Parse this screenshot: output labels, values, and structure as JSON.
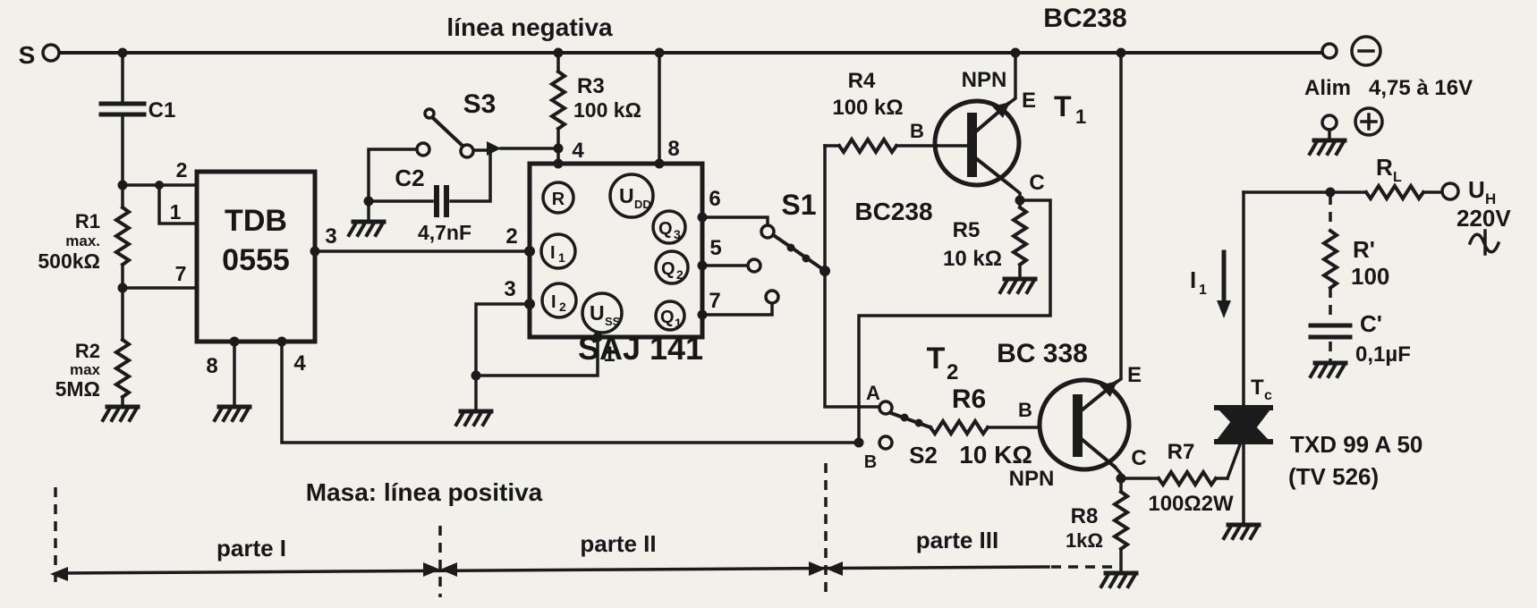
{
  "schematic": {
    "title_top": "línea negativa",
    "title_top_right": "BC238",
    "input": {
      "label": "S"
    },
    "bottom_note": "Masa: línea positiva",
    "parts": [
      "parte I",
      "parte II",
      "parte III"
    ],
    "supply": {
      "label": "Alim",
      "range": "4,75 à 16V"
    },
    "c1": {
      "name": "C1"
    },
    "r1": {
      "name": "R1",
      "qualifier": "max.",
      "value": "500kΩ"
    },
    "r2": {
      "name": "R2",
      "qualifier": "max",
      "value": "5MΩ"
    },
    "ic1": {
      "line1": "TDB",
      "line2": "0555",
      "pin1": "1",
      "pin2": "2",
      "pin3": "3",
      "pin4": "4",
      "pin7": "7",
      "pin8": "8"
    },
    "r3": {
      "name": "R3",
      "value": "100 kΩ"
    },
    "s3": {
      "name": "S3"
    },
    "c2": {
      "name": "C2",
      "value": "4,7nF"
    },
    "ic2": {
      "name": "SAJ 141",
      "pin1": "1",
      "pin2": "2",
      "pin3": "3",
      "pin4": "4",
      "pin5": "5",
      "pin6": "6",
      "pin7": "7",
      "pin8": "8",
      "cell_r": "R",
      "cell_udd": {
        "main": "U",
        "sub": "DD"
      },
      "cell_uss": {
        "main": "U",
        "sub": "SS"
      },
      "cell_i1": {
        "main": "I",
        "sub": "1"
      },
      "cell_i2": {
        "main": "I",
        "sub": "2"
      },
      "cell_q1": {
        "main": "Q",
        "sub": "1"
      },
      "cell_q2": {
        "main": "Q",
        "sub": "2"
      },
      "cell_q3": {
        "main": "Q",
        "sub": "3"
      }
    },
    "s1": {
      "name": "S1"
    },
    "r4": {
      "name": "R4",
      "value": "100 kΩ"
    },
    "t1": {
      "name": "T",
      "name_sub": "1",
      "type": "NPN",
      "part": "BC238",
      "pin_e": "E",
      "pin_b": "B",
      "pin_c": "C"
    },
    "r5": {
      "name": "R5",
      "value": "10 kΩ"
    },
    "s2": {
      "name": "S2",
      "contact_a": "A",
      "contact_b": "B"
    },
    "r6": {
      "name": "R6",
      "value": "10 KΩ"
    },
    "t2": {
      "name": "T",
      "name_sub": "2",
      "type": "NPN",
      "part": "BC 338",
      "pin_e": "E",
      "pin_b": "B",
      "pin_c": "C"
    },
    "r7": {
      "name": "R7",
      "value": "100Ω2W"
    },
    "r8": {
      "name": "R8",
      "value": "1kΩ"
    },
    "triac": {
      "name": "T",
      "name_sub": "c",
      "part": "TXD 99 A 50",
      "alt_part": "(TV 526)"
    },
    "i1": {
      "name": "I",
      "name_sub": "1"
    },
    "rl": {
      "name": "R",
      "name_sub": "L"
    },
    "uh": {
      "name": "U",
      "name_sub": "H",
      "value": "220V"
    },
    "r_prime": {
      "name": "R'",
      "value": "100"
    },
    "c_prime": {
      "name": "C'",
      "value": "0,1µF"
    }
  }
}
